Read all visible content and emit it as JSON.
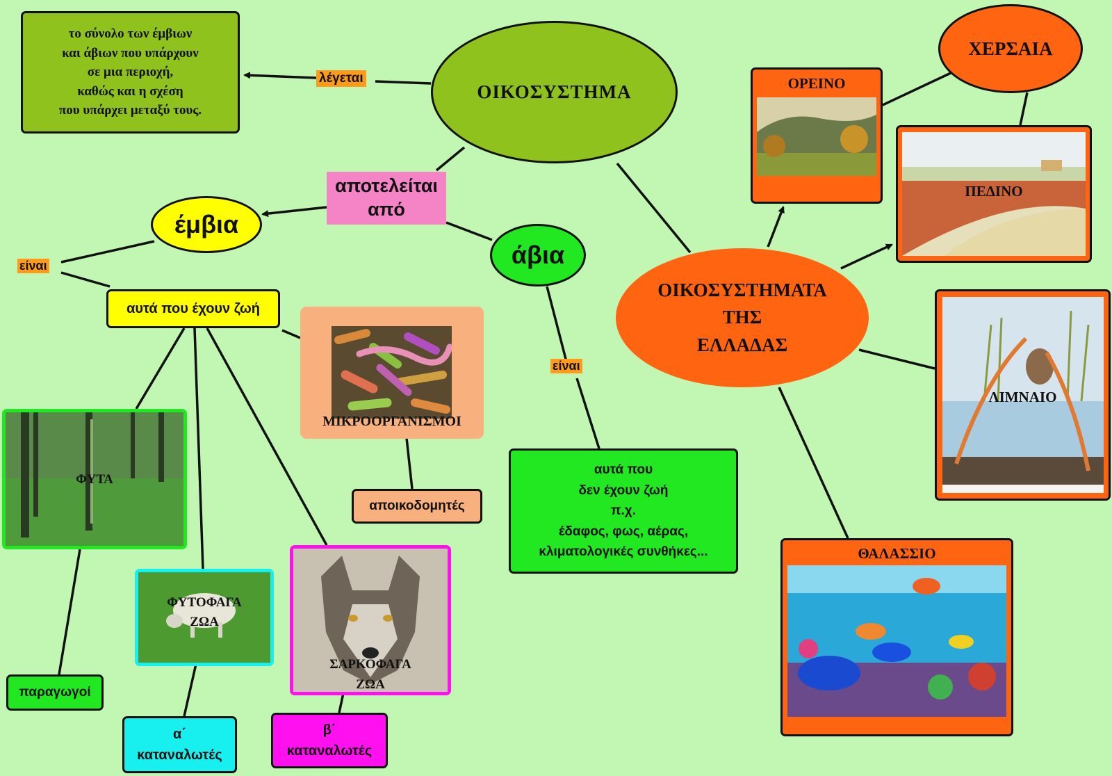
{
  "nodes": {
    "ecosystem": "ΟΙΚΟΣΥΣΤΗΜΑ",
    "definition": [
      "το σύνολο των έμβιων",
      "και άβιων που υπάρχουν",
      "σε μια περιοχή,",
      "καθώς και η σχέση",
      "που υπάρχει μεταξύ τους."
    ],
    "called": "λέγεται",
    "consists_of": [
      "αποτελείται",
      "από"
    ],
    "biotic": "έμβια",
    "abiotic": "άβια",
    "is_left": "είναι",
    "is_mid": "είναι",
    "living_things": "αυτά που έχουν ζωή",
    "non_living": [
      "αυτά που",
      "δεν έχουν ζωή",
      "π.χ.",
      "έδαφος, φως, αέρας,",
      "κλιματολογικές συνθήκες..."
    ],
    "microorganisms": "ΜΙΚΡΟΟΡΓΑΝΙΣΜΟΙ",
    "decomposers": "αποικοδομητές",
    "plants": "ΦΥΤΑ",
    "herbivores": [
      "ΦΥΤΟΦΑΓΑ",
      "ΖΩΑ"
    ],
    "carnivores": [
      "ΣΑΡΚΟΦΑΓΑ",
      "ΖΩΑ"
    ],
    "producers": "παραγωγοί",
    "primary_consumers": [
      "α΄",
      "καταναλωτές"
    ],
    "secondary_consumers": [
      "β΄",
      "καταναλωτές"
    ],
    "greek_ecosystems": [
      "ΟΙΚΟΣΥΣΤΗΜΑΤΑ",
      "ΤΗΣ",
      "ΕΛΛΑΔΑΣ"
    ],
    "terrestrial": "ΧΕΡΣΑΙΑ",
    "mountain": "ΟΡΕΙΝΟ",
    "lowland": "ΠΕΔΙΝΟ",
    "lake": "ΛΙΜΝΑΙΟ",
    "marine": "ΘΑΛΑΣΣΙΟ"
  },
  "colors": {
    "background": "#c2f7b3",
    "olive": "#8fc21c",
    "yellow": "#ffff00",
    "pink": "#f584c6",
    "green": "#22e822",
    "orange": "#ff6410",
    "peach": "#f8b07e",
    "cyan": "#18f0f0",
    "magenta": "#ff10ee"
  }
}
